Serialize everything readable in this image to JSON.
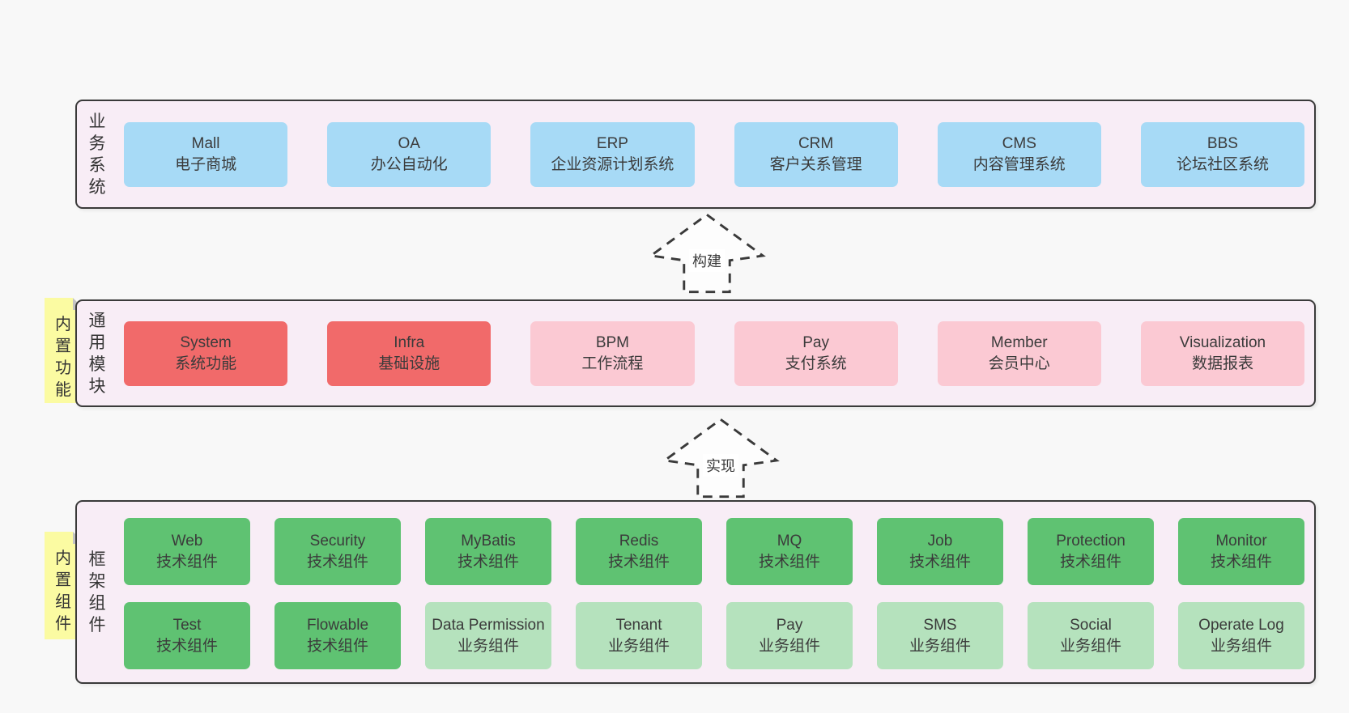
{
  "colors": {
    "page_bg": "#f8f8f8",
    "panel_bg": "#f8edf6",
    "panel_border": "#3a3a3a",
    "blue": "#a7daf6",
    "red": "#f16a6a",
    "pink": "#fbc9d3",
    "green": "#5fc272",
    "light_green": "#b5e2bd",
    "sticky_yellow": "#fbfba2",
    "fold_gray": "#c4c4c4",
    "text": "#3d3d3d"
  },
  "arrows": [
    {
      "label": "构建"
    },
    {
      "label": "实现"
    }
  ],
  "sections": {
    "business": {
      "label": "业务系统",
      "boxes": [
        {
          "title": "Mall",
          "subtitle": "电子商城"
        },
        {
          "title": "OA",
          "subtitle": "办公自动化"
        },
        {
          "title": "ERP",
          "subtitle": "企业资源计划系统"
        },
        {
          "title": "CRM",
          "subtitle": "客户关系管理"
        },
        {
          "title": "CMS",
          "subtitle": "内容管理系统"
        },
        {
          "title": "BBS",
          "subtitle": "论坛社区系统"
        }
      ]
    },
    "modules": {
      "label": "通用模块",
      "sticky": "内置功能",
      "boxes": [
        {
          "title": "System",
          "subtitle": "系统功能"
        },
        {
          "title": "Infra",
          "subtitle": "基础设施"
        },
        {
          "title": "BPM",
          "subtitle": "工作流程"
        },
        {
          "title": "Pay",
          "subtitle": "支付系统"
        },
        {
          "title": "Member",
          "subtitle": "会员中心"
        },
        {
          "title": "Visualization",
          "subtitle": "数据报表"
        }
      ]
    },
    "framework": {
      "label": "框架组件",
      "sticky": "内置组件",
      "row1": [
        {
          "title": "Web",
          "subtitle": "技术组件"
        },
        {
          "title": "Security",
          "subtitle": "技术组件"
        },
        {
          "title": "MyBatis",
          "subtitle": "技术组件"
        },
        {
          "title": "Redis",
          "subtitle": "技术组件"
        },
        {
          "title": "MQ",
          "subtitle": "技术组件"
        },
        {
          "title": "Job",
          "subtitle": "技术组件"
        },
        {
          "title": "Protection",
          "subtitle": "技术组件"
        },
        {
          "title": "Monitor",
          "subtitle": "技术组件"
        }
      ],
      "row2": [
        {
          "title": "Test",
          "subtitle": "技术组件"
        },
        {
          "title": "Flowable",
          "subtitle": "技术组件"
        },
        {
          "title": "Data Permission",
          "subtitle": "业务组件"
        },
        {
          "title": "Tenant",
          "subtitle": "业务组件"
        },
        {
          "title": "Pay",
          "subtitle": "业务组件"
        },
        {
          "title": "SMS",
          "subtitle": "业务组件"
        },
        {
          "title": "Social",
          "subtitle": "业务组件"
        },
        {
          "title": "Operate Log",
          "subtitle": "业务组件"
        }
      ]
    }
  }
}
